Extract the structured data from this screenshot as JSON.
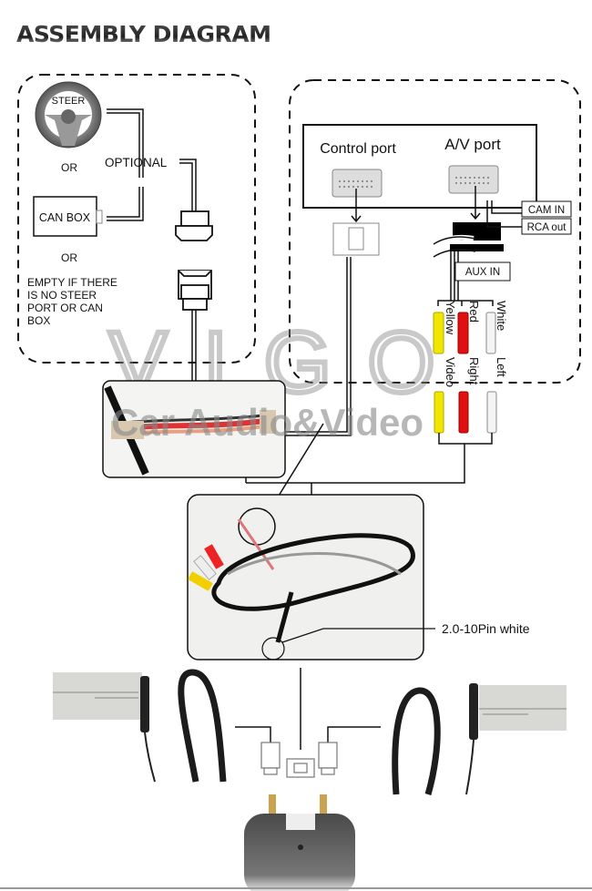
{
  "title": "ASSEMBLY DIAGRAM",
  "left_panel": {
    "steer_label": "STEER",
    "or_1": "OR",
    "optional_label": "OPTIONAL",
    "can_box_label": "CAN BOX",
    "or_2": "OR",
    "empty_note_lines": [
      "EMPTY  IF THERE",
      "IS NO STEER",
      "PORT OR CAN",
      "BOX"
    ]
  },
  "right_panel": {
    "control_port_label": "Control port",
    "av_port_label": "A/V port",
    "cam_in_label": "CAM IN",
    "rca_out_label": "RCA out",
    "aux_in_label": "AUX IN",
    "rca_colors": [
      "Yellow",
      "Red",
      "White"
    ],
    "rca_channels": [
      "Video",
      "Right",
      "Left"
    ]
  },
  "connector_label": "2.0-10Pin white",
  "watermark": {
    "logo": "VIGO",
    "tagline": "Car Audio&Video"
  },
  "colors": {
    "yellow": "#f2e600",
    "red": "#e01010",
    "white": "#f4f4f4",
    "device": "#4a4a4a"
  }
}
